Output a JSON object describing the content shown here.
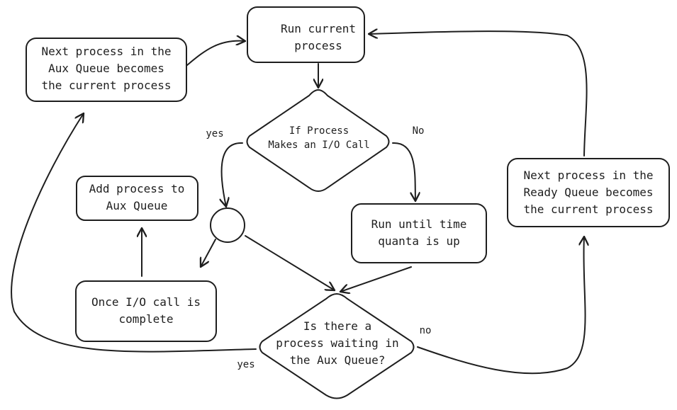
{
  "nodes": {
    "run_current": [
      "Run current",
      "process"
    ],
    "next_aux": [
      "Next process in the",
      "Aux Queue becomes",
      "the current process"
    ],
    "io_decision": [
      "If Process",
      "Makes an I/O Call"
    ],
    "add_aux": [
      "Add process to",
      "Aux Queue"
    ],
    "run_quanta": [
      "Run until time",
      "quanta is up"
    ],
    "next_ready": [
      "Next process in the",
      "Ready Queue becomes",
      "the current process"
    ],
    "io_complete": [
      "Once I/O call is",
      "complete"
    ],
    "aux_decision": [
      "Is there a",
      "process waiting in",
      "the Aux Queue?"
    ]
  },
  "edge_labels": {
    "io_yes": "yes",
    "io_no": "No",
    "aux_no": "no",
    "aux_yes": "yes"
  }
}
